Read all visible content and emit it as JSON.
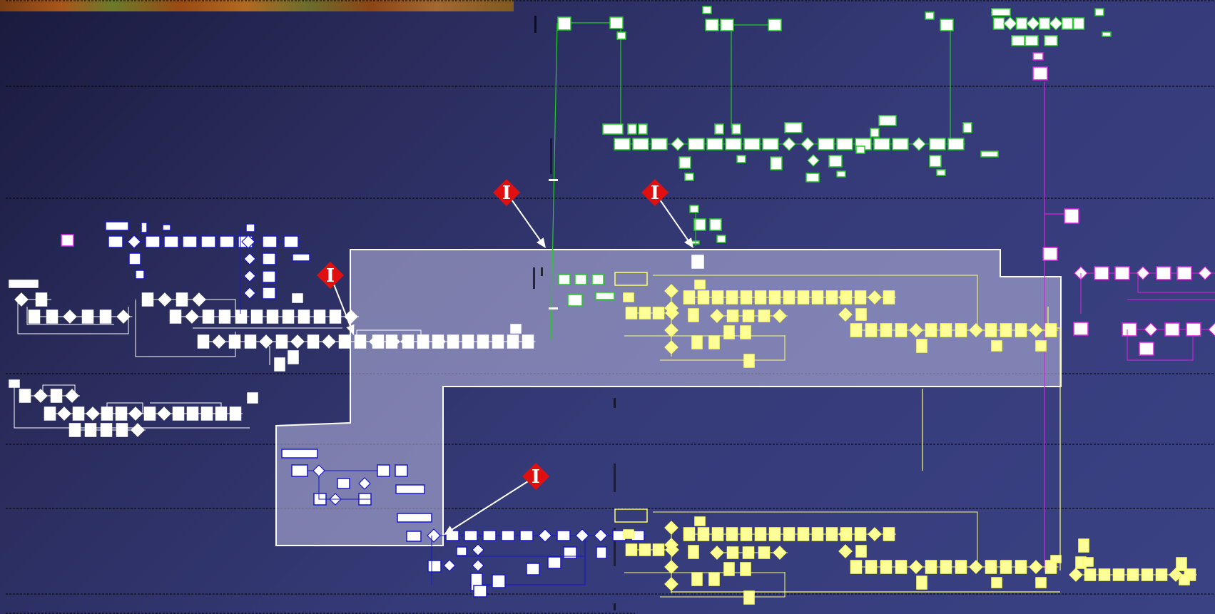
{
  "colors": {
    "white_flow": "#ffffff",
    "blue_flow": "#1818c8",
    "green_flow": "#22cc22",
    "yellow_flow": "#ffff66",
    "magenta_flow": "#e020e0",
    "highlight_fill": "#b0b0d8",
    "marker_red": "#e01010",
    "lane_divider": "#000000"
  },
  "icons": {
    "marker": "issue-marker-icon",
    "process": "process-box-icon",
    "decision": "decision-diamond-icon"
  },
  "markers": [
    {
      "id": "issue-1",
      "label": "I",
      "color": "#e01010"
    },
    {
      "id": "issue-2",
      "label": "I",
      "color": "#e01010"
    },
    {
      "id": "issue-3",
      "label": "I",
      "color": "#e01010"
    },
    {
      "id": "issue-4",
      "label": "I",
      "color": "#e01010"
    }
  ]
}
